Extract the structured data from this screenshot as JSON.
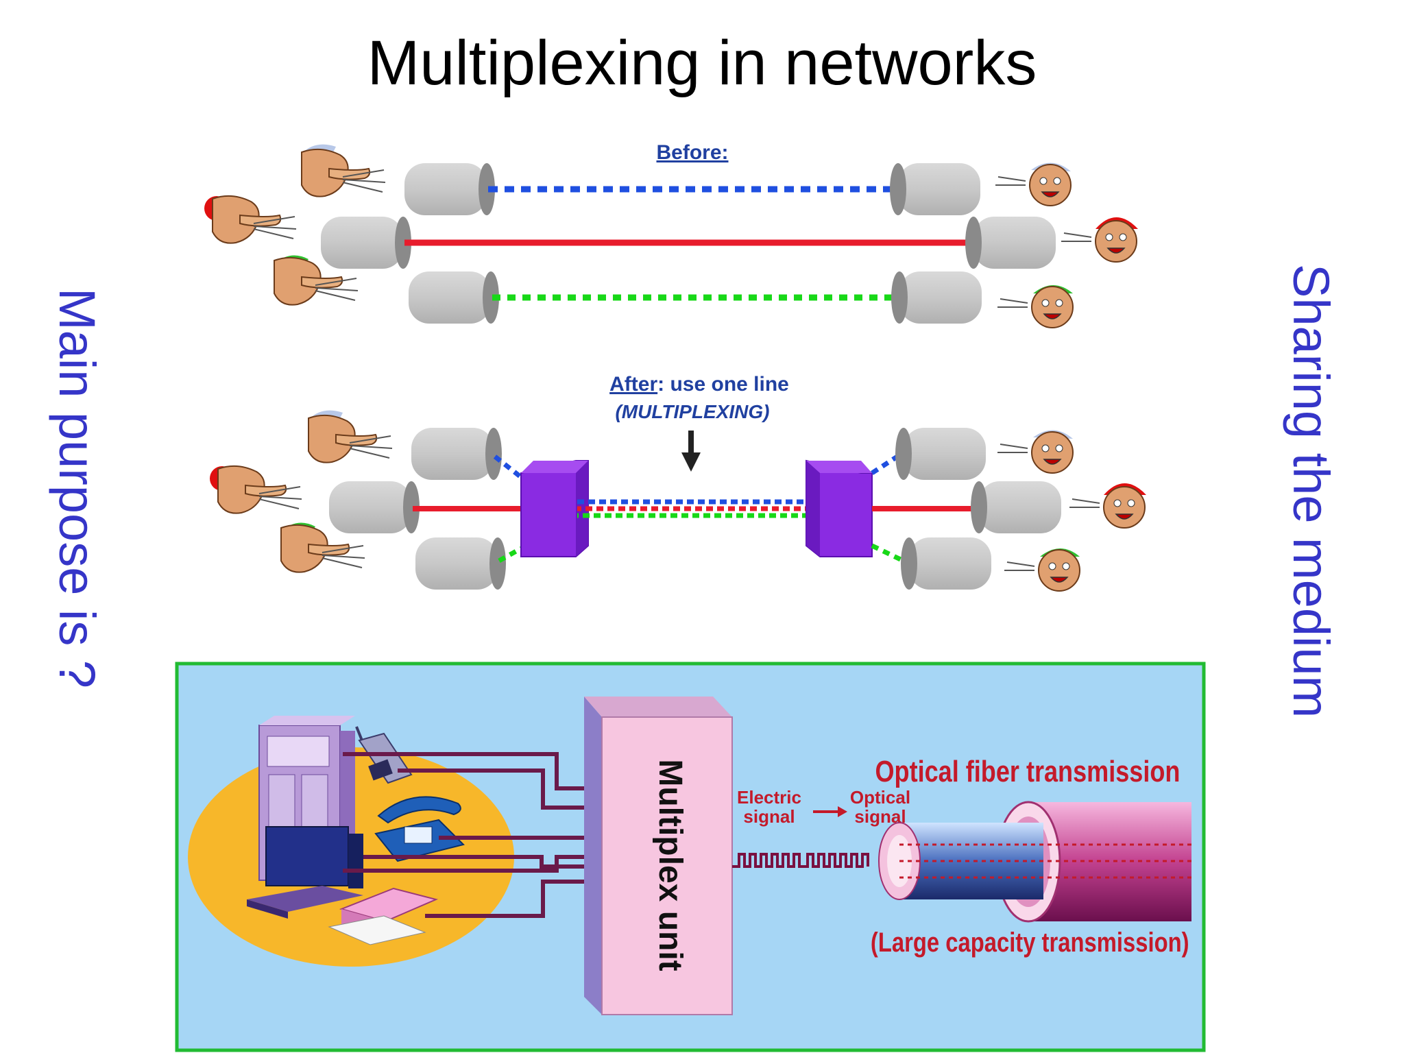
{
  "title": "Multiplexing in networks",
  "side_left": "Main purpose is ?",
  "side_right": "Sharing the medium",
  "before_label": "Before:",
  "after_label_bold": "After",
  "after_label_rest": ": use one line",
  "after_label_sub": "(MULTIPLEXING)",
  "multiplex_unit": "Multiplex unit",
  "electric_signal_1": "Electric",
  "electric_signal_2": "signal",
  "optical_signal_1": "Optical",
  "optical_signal_2": "signal",
  "optical_fiber": "Optical fiber transmission",
  "large_capacity": "(Large capacity transmission)",
  "colors": {
    "blue_line": "#1f4fe0",
    "red_line": "#e81c2c",
    "green_line": "#18d818",
    "mux_box": "#8a2be2",
    "panel_bg": "#a6d6f5",
    "panel_border": "#22bb33",
    "text_blue": "#3535c8",
    "dark_red_text": "#c41a2a"
  }
}
